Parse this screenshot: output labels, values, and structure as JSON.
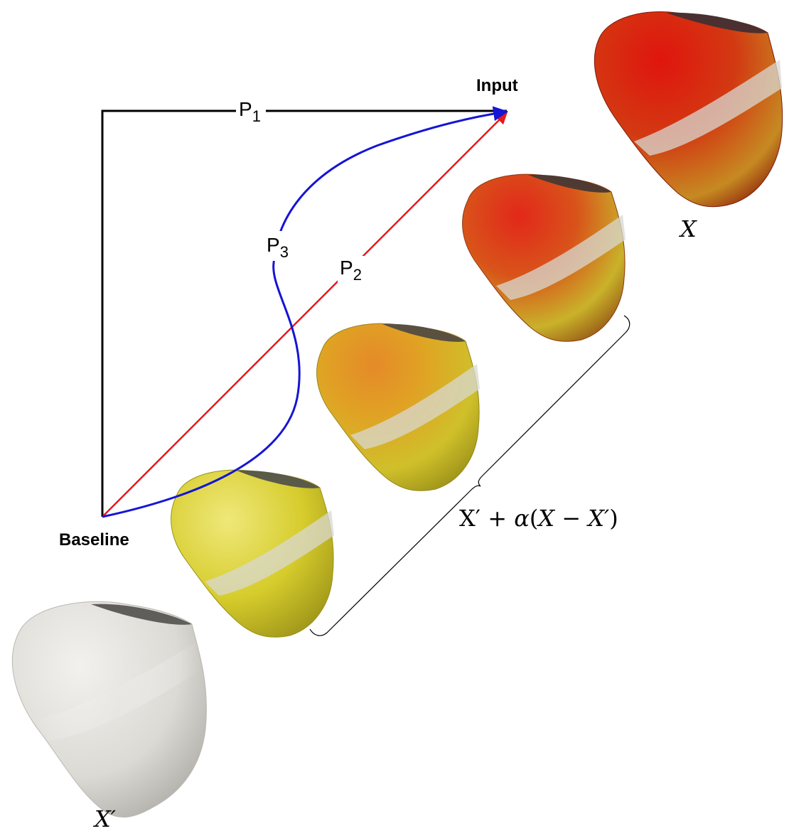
{
  "labels": {
    "input": "Input",
    "baseline": "Baseline"
  },
  "paths": [
    {
      "name": "P",
      "sub": "1",
      "color": "#000000"
    },
    {
      "name": "P",
      "sub": "2",
      "color": "#e41a1c"
    },
    {
      "name": "P",
      "sub": "3",
      "color": "#1515d6"
    }
  ],
  "math": {
    "x_label": "X",
    "x_prime_label": "X′",
    "interp_parts": [
      "X′ + ",
      "α",
      "(",
      "X",
      " − ",
      "X′",
      ")"
    ]
  },
  "hearts": [
    {
      "id": "baseline",
      "intensity": 0.0
    },
    {
      "id": "interp-1",
      "intensity": 0.25
    },
    {
      "id": "interp-2",
      "intensity": 0.5
    },
    {
      "id": "interp-3",
      "intensity": 0.75
    },
    {
      "id": "input",
      "intensity": 1.0
    }
  ],
  "colors": {
    "baseline_surface": "#dcdad4",
    "low_activation": "#d9cf2a",
    "mid_activation": "#e08a1a",
    "high_activation": "#d41c0e",
    "band": "#c9c9c4"
  }
}
